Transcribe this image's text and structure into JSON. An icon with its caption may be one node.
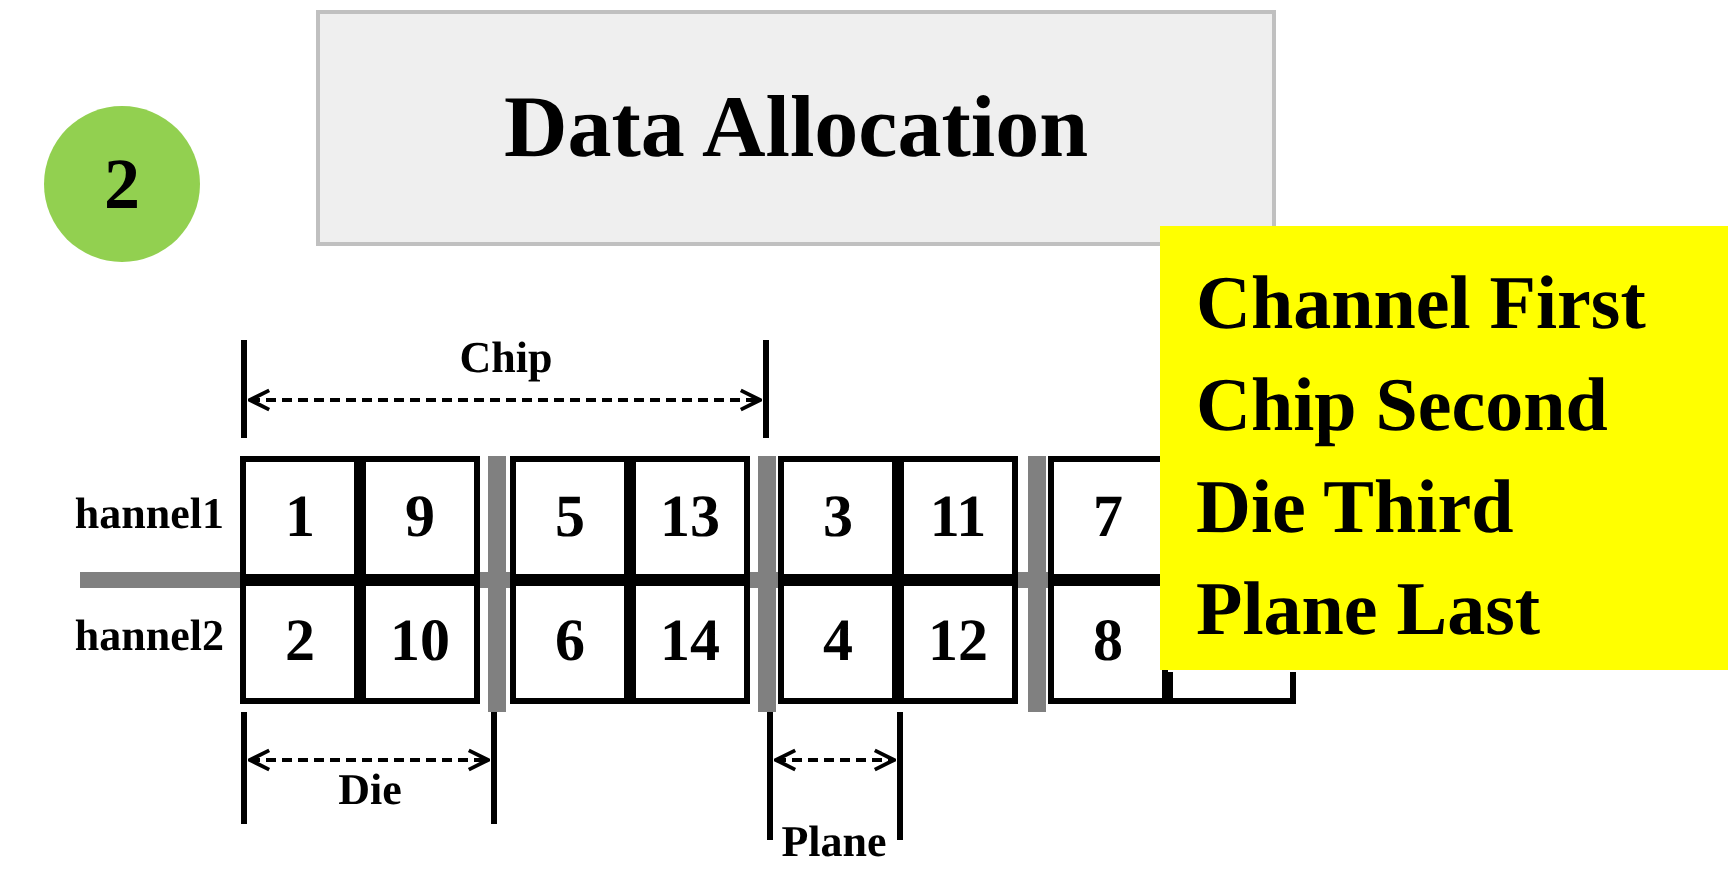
{
  "diagram": {
    "title": "Data Allocation",
    "nodes": [
      {
        "text": [
          "2"
        ]
      },
      {
        "text": [
          "Channel First",
          "Chip Second",
          "Die Third",
          "Plane Last"
        ]
      },
      {
        "text": [
          "1"
        ]
      },
      {
        "text": [
          "9"
        ]
      },
      {
        "text": [
          "5"
        ]
      },
      {
        "text": [
          "13"
        ]
      },
      {
        "text": [
          "3"
        ]
      },
      {
        "text": [
          "11"
        ]
      },
      {
        "text": [
          "7"
        ]
      },
      {
        "text": [
          "2"
        ]
      },
      {
        "text": [
          "10"
        ]
      },
      {
        "text": [
          "6"
        ]
      },
      {
        "text": [
          "14"
        ]
      },
      {
        "text": [
          "4"
        ]
      },
      {
        "text": [
          "12"
        ]
      },
      {
        "text": [
          "8"
        ]
      }
    ],
    "edges": [],
    "labels": [
      "Chip",
      "hannel1",
      "hannel2",
      "Die",
      "Plane"
    ]
  }
}
